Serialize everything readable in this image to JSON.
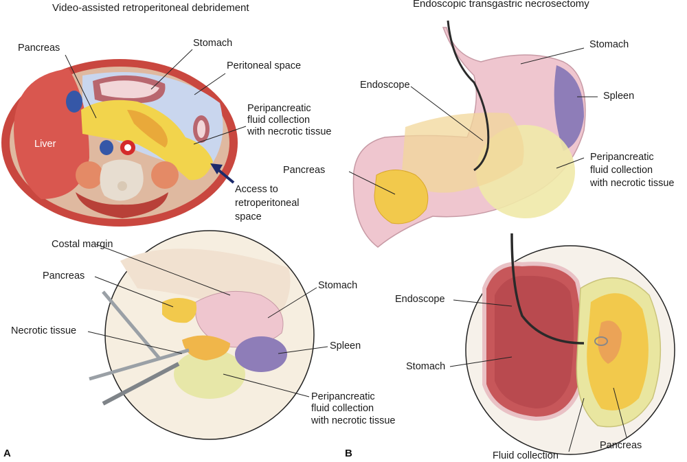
{
  "panel_a": {
    "letter": "A",
    "title": "Video-assisted retroperitoneal debridement",
    "labels": {
      "pancreas": "Pancreas",
      "stomach": "Stomach",
      "peritoneal_space": "Peritoneal space",
      "liver": "Liver",
      "peripancreatic_1": "Peripancreatic",
      "peripancreatic_2": "fluid collection",
      "peripancreatic_3": "with necrotic tissue",
      "access_1": "Access to",
      "access_2": "retroperitoneal",
      "access_3": "space",
      "costal_margin": "Costal margin",
      "pancreas_inset": "Pancreas",
      "stomach_inset": "Stomach",
      "necrotic_tissue": "Necrotic tissue",
      "spleen_inset": "Spleen",
      "inset_peri_1": "Peripancreatic",
      "inset_peri_2": "fluid collection",
      "inset_peri_3": "with necrotic tissue"
    }
  },
  "panel_b": {
    "letter": "B",
    "title": "Endoscopic transgastric necrosectomy",
    "labels": {
      "stomach": "Stomach",
      "endoscope": "Endoscope",
      "spleen": "Spleen",
      "pancreas": "Pancreas",
      "peri_1": "Peripancreatic",
      "peri_2": "fluid collection",
      "peri_3": "with necrotic tissue",
      "endoscope_inset": "Endoscope",
      "stomach_inset": "Stomach",
      "fluid_collection": "Fluid collection",
      "pancreas_inset": "Pancreas"
    }
  },
  "colors": {
    "liver": "#d9574f",
    "pancreas": "#f2c94c",
    "stomach": "#efc6cf",
    "spleen": "#8e7db8",
    "fluid": "#efe9a8",
    "peritoneal": "#c9d6ee"
  }
}
